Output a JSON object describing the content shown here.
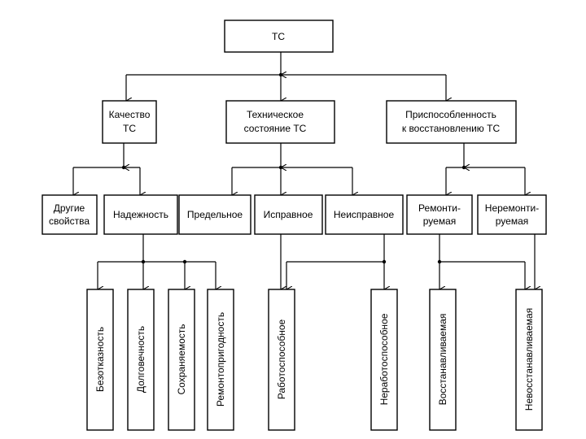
{
  "nodes": {
    "root": "ТС",
    "quality": [
      "Качество",
      "ТС"
    ],
    "tech_state": [
      "Техническое",
      "состояние ТС"
    ],
    "adaptability": [
      "Приспособленность",
      "к восстановлению ТС"
    ],
    "other_props": [
      "Другие",
      "свойства"
    ],
    "reliability": "Надежность",
    "limit": "Предельное",
    "serviceable": "Исправное",
    "faulty": "Неисправное",
    "repairable": [
      "Ремонти-",
      "руемая"
    ],
    "nonrepairable": [
      "Неремонти-",
      "руемая"
    ],
    "faultlessness": "Безотказность",
    "durability": "Долговечность",
    "preservability": "Сохраняемость",
    "maintainability": "Ремонтопригодность",
    "operable": "Работоспособное",
    "inoperable": "Неработоспособное",
    "restorable": "Восстанавливаемая",
    "nonrestorable": "Невосстанавливаемая"
  }
}
